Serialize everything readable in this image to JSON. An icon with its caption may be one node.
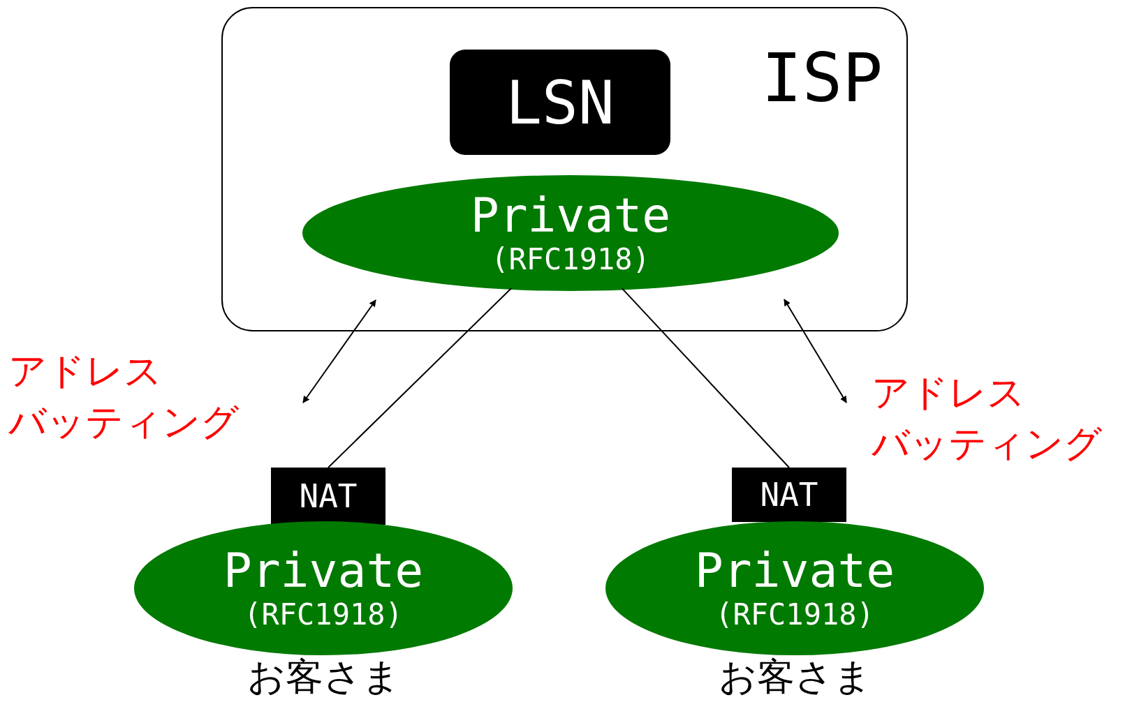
{
  "diagram": {
    "nodes": [
      {
        "text": [
          "ISP"
        ]
      },
      {
        "text": [
          "LSN"
        ],
        "in": 0
      },
      {
        "text": [
          "Private",
          "(RFC1918)"
        ],
        "in": 0
      },
      {
        "text": [
          "NAT"
        ]
      },
      {
        "text": [
          "Private",
          "(RFC1918)"
        ],
        "beside": [
          "お客さま"
        ]
      },
      {
        "text": [
          "NAT"
        ]
      },
      {
        "text": [
          "Private",
          "(RFC1918)"
        ],
        "beside": [
          "お客さま"
        ]
      }
    ],
    "edges": [
      {
        "from": 2,
        "to": 3,
        "arrow": "none"
      },
      {
        "from": 2,
        "to": 5,
        "arrow": "none"
      }
    ],
    "labels": [
      "アドレス",
      "バッティング",
      "アドレス",
      "バッティング"
    ]
  }
}
